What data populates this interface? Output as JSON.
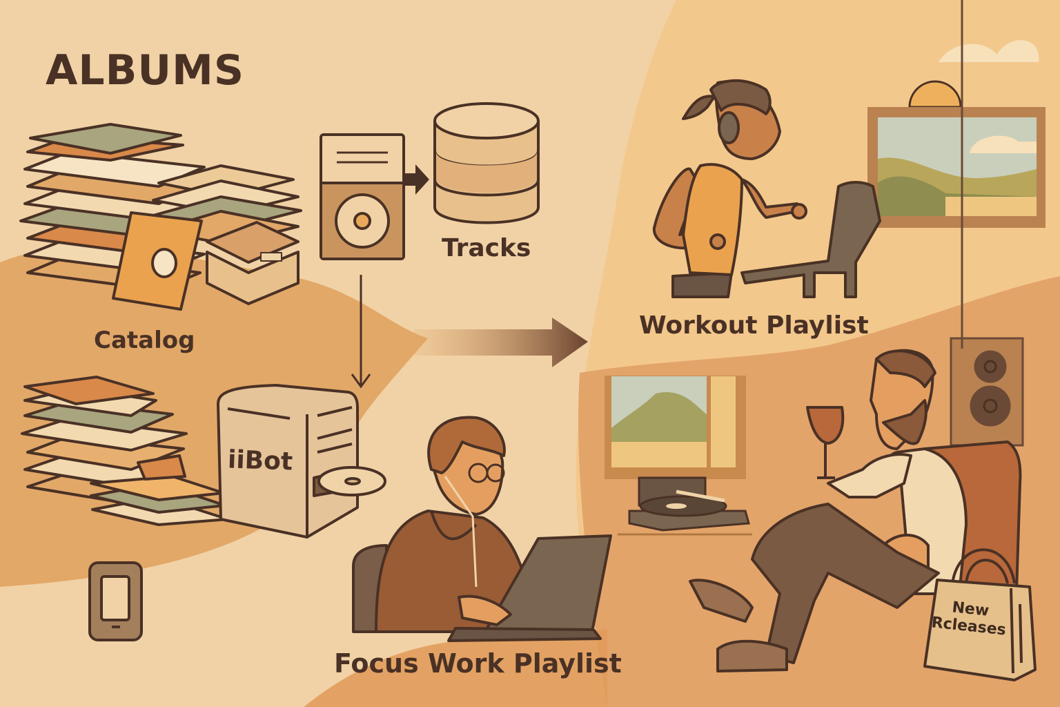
{
  "title": "ALBUMS",
  "nodes": {
    "catalog": {
      "label": "Catalog",
      "icon": "album-stacks-icon"
    },
    "player": {
      "icon": "music-player-icon"
    },
    "tracks": {
      "label": "Tracks",
      "icon": "database-icon"
    },
    "ibot": {
      "label": "iiBot",
      "icon": "disc-drive-server-icon"
    },
    "albums_lower": {
      "icon": "album-stacks-icon"
    },
    "phone": {
      "icon": "smartphone-icon"
    },
    "workout": {
      "label": "Workout Playlist",
      "scene": "woman-running-on-treadmill-with-headphones"
    },
    "focus": {
      "label": "Focus Work Playlist",
      "scene": "man-with-glasses-and-earphones-at-laptop"
    },
    "lounge": {
      "scene": "bearded-man-in-armchair-with-wine-glass",
      "bag_label_line1": "New",
      "bag_label_line2": "Rcleases"
    }
  },
  "edges": [
    {
      "from": "player",
      "to": "tracks",
      "style": "short-solid-arrow"
    },
    {
      "from": "player",
      "to": "ibot",
      "style": "thin-down-arrow"
    },
    {
      "from": "catalog",
      "to": "workout",
      "style": "gradient-wide-arrow"
    }
  ],
  "colors": {
    "background": "#f1d2a6",
    "band_orange": "#e2a868",
    "right_panel": "#f3c88c",
    "room_wall": "#e3a46a",
    "outline": "#4a3125",
    "text": "#4a3125",
    "accent_orange": "#eba24f",
    "sage": "#a9a57f"
  }
}
